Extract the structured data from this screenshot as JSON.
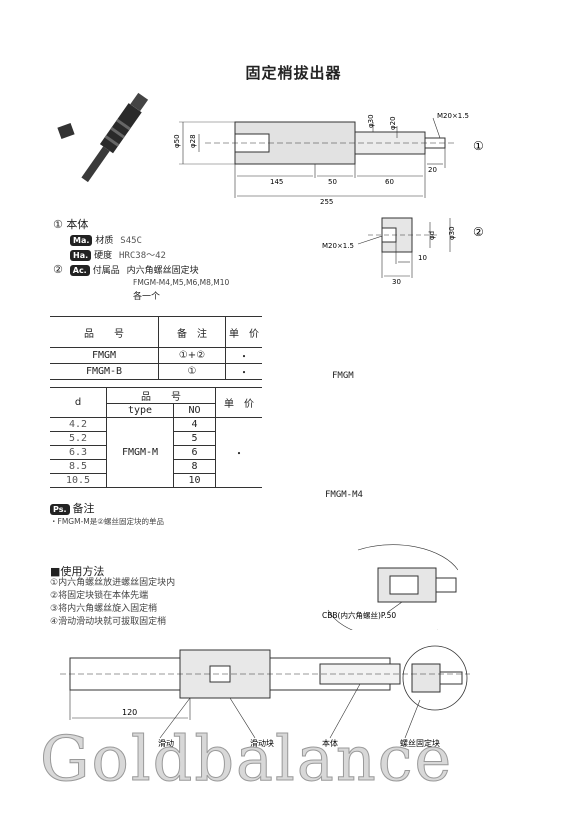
{
  "title": "固定梢拔出器",
  "part1": {
    "circle": "①",
    "name": "本体",
    "material_tag": "Ma.",
    "material_label": "材质",
    "material_value": "S45C",
    "hardness_tag": "Ha.",
    "hardness_label": "硬度",
    "hardness_value": "HRC38～42"
  },
  "part2": {
    "circle": "②",
    "acc_tag": "Ac.",
    "acc_label": "付属品",
    "acc_value": "内六角螺丝固定块",
    "acc_sizes": "FMGM-M4,M5,M6,M8,M10",
    "acc_qty": "各一个"
  },
  "table1": {
    "headers": [
      "品　　号",
      "备　注",
      "单　价"
    ],
    "rows": [
      {
        "code": "FMGM",
        "note": "①+②",
        "price": "・"
      },
      {
        "code": "FMGM-B",
        "note": "①",
        "price": "・"
      }
    ]
  },
  "table2": {
    "h_d": "d",
    "h_code": "品　　号",
    "h_type": "type",
    "h_no": "NO",
    "h_price": "单　价",
    "type_value": "FMGM-M",
    "price_value": "・",
    "rows": [
      {
        "d": "4.2",
        "no": "4"
      },
      {
        "d": "5.2",
        "no": "5"
      },
      {
        "d": "6.3",
        "no": "6"
      },
      {
        "d": "8.5",
        "no": "8"
      },
      {
        "d": "10.5",
        "no": "10"
      }
    ]
  },
  "remarks": {
    "tag": "Ps.",
    "label": "备注",
    "text": "・FMGM-M是②螺丝固定块的单品"
  },
  "usage": {
    "heading": "■使用方法",
    "steps": [
      "①内六角螺丝放进螺丝固定块内",
      "②将固定块锁在本体先端",
      "③将内六角螺丝旋入固定梢",
      "④滑动滑动块就可拔取固定梢"
    ]
  },
  "figure_labels": {
    "fmgm": "FMGM",
    "fmgm_m4": "FMGM-M4",
    "drawing1": {
      "dia50": "φ50",
      "dia28": "φ28",
      "dia30": "φ30",
      "dia20": "φ20",
      "thread": "M20×1.5",
      "d145": "145",
      "d50": "50",
      "d60": "60",
      "d20": "20",
      "d255": "255",
      "circle": "①"
    },
    "drawing2": {
      "thread": "M20×1.5",
      "dia_d": "φd",
      "dia30": "φ30",
      "d10": "10",
      "d30": "30",
      "circle": "②"
    },
    "drawing3": {
      "note": "CBB(内六角螺丝)P.50"
    },
    "drawing4": {
      "d120": "120",
      "slide": "滑动",
      "slide_block": "滑动块",
      "body": "本体",
      "fix_block": "螺丝固定块"
    }
  },
  "watermark": "Goldbalance"
}
